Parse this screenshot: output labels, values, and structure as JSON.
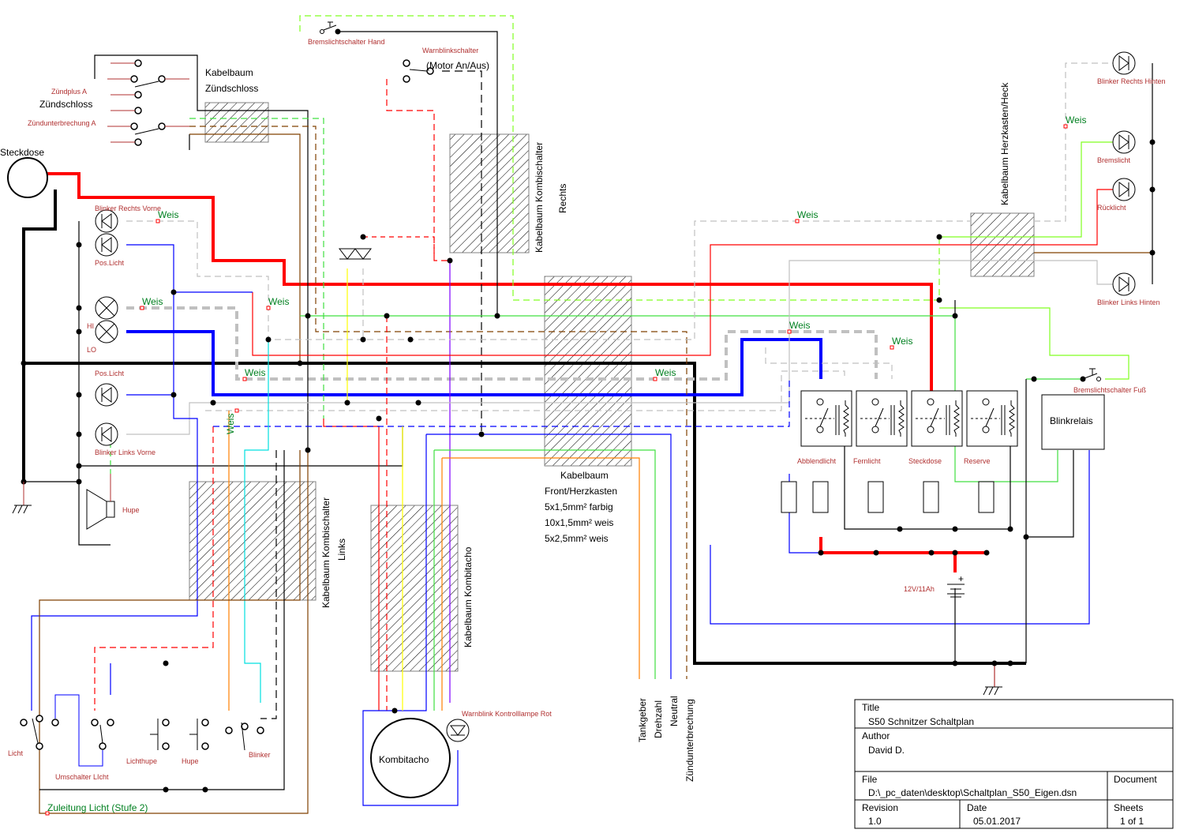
{
  "components": {
    "steckdose": "Steckdose",
    "zuendschloss": "Zündschloss",
    "zuendplus": "Zündplus A",
    "zuendunterbrechung_a": "Zündunterbrechung A",
    "kabelbaum_zuendschloss_1": "Kabelbaum",
    "kabelbaum_zuendschloss_2": "Zündschloss",
    "bremslichtschalter_hand": "Bremslichtschalter Hand",
    "warnblinkschalter": "Warnblinkschalter",
    "motor_an_aus": "(Motor An/Aus)",
    "kabelbaum_kombi_rechts_1": "Kabelbaum Kombischalter",
    "kabelbaum_kombi_rechts_2": "Rechts",
    "kabelbaum_heck": "Kabelbaum Herzkasten/Heck",
    "blinker_rechts_hinten": "Blinker Rechts Hinten",
    "bremslicht": "Bremslicht",
    "ruecklicht": "Rücklicht",
    "blinker_links_hinten": "Blinker Links Hinten",
    "blinker_rechts_vorne": "Blinker Rechts Vorne",
    "pos_licht_1": "Pos.Licht",
    "hi": "HI",
    "lo": "LO",
    "pos_licht_2": "Pos.Licht",
    "blinker_links_vorne": "Blinker Links Vorne",
    "hupe_symbol": "Hupe",
    "kabelbaum_kombi_links_1": "Kabelbaum Kombischalter",
    "kabelbaum_kombi_links_2": "Links",
    "kabelbaum_kombitacho": "Kabelbaum Kombitacho",
    "kabelbaum_front_lines": [
      "Kabelbaum",
      "Front/Herzkasten",
      "5x1,5mm² farbig",
      "10x1,5mm² weis",
      "5x2,5mm² weis"
    ],
    "relays": [
      "Abblendlicht",
      "Fernlicht",
      "Steckdose",
      "Reserve"
    ],
    "blinkrelais": "Blinkrelais",
    "bremslichtschalter_fuss": "Bremslichtschalter Fuß",
    "battery": "12V/11Ah",
    "kombitacho": "Kombitacho",
    "warnblink_lampe": "Warnblink Kontrolllampe Rot",
    "outputs": [
      "Tankgeber",
      "Drehzahl",
      "Neutral",
      "Zündunterbrechung"
    ],
    "switch_licht": "Licht",
    "switch_umschalter": "Umschalter LIcht",
    "switch_lichthupe": "Lichthupe",
    "switch_hupe": "Hupe",
    "switch_blinker": "Blinker",
    "zuleitung": "Zuleitung Licht (Stufe 2)",
    "wire_note": "Weis"
  },
  "title_block": {
    "title_label": "Title",
    "title_value": "S50 Schnitzer Schaltplan",
    "author_label": "Author",
    "author_value": "David D.",
    "file_label": "File",
    "file_value": "D:\\_pc_daten\\desktop\\Schaltplan_S50_Eigen.dsn",
    "document_label": "Document",
    "revision_label": "Revision",
    "revision_value": "1.0",
    "date_label": "Date",
    "date_value": "05.01.2017",
    "sheets_label": "Sheets",
    "sheets_value": "1 of 1"
  },
  "colors": {
    "power": "#ff0000",
    "ground": "#000000",
    "blue": "#0000ff",
    "green": "#40e040",
    "lightgreen": "#80ff20",
    "grey": "#c0c0c0",
    "brown": "#804000",
    "orange": "#ff8000",
    "cyan": "#00e0e0",
    "yellow": "#ffff00",
    "purple": "#8000ff",
    "label_red": "#b03030",
    "label_green": "#008020"
  }
}
